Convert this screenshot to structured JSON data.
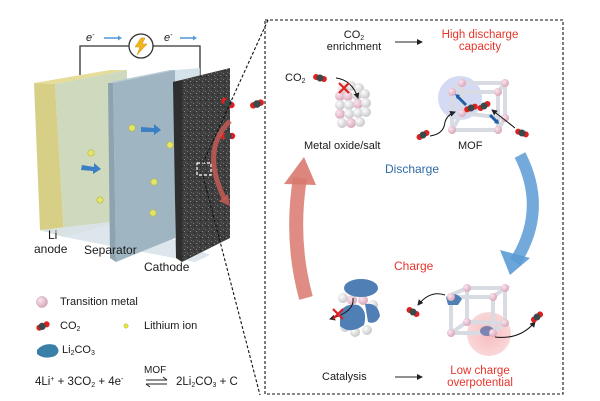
{
  "circuit": {
    "electron_left": "e",
    "electron_right": "e",
    "electron_charge": "-",
    "power_source_icon": "lightning-bolt-icon"
  },
  "battery": {
    "anode_label_line1": "Li",
    "anode_label_line2": "anode",
    "separator_label": "Separator",
    "cathode_label": "Cathode"
  },
  "legend": {
    "items": [
      {
        "icon": "transition-metal-sphere-icon",
        "label": "Transition metal"
      },
      {
        "icon": "co2-molecule-icon",
        "label_main": "CO",
        "label_sub": "2"
      },
      {
        "icon": "lithium-ion-icon",
        "label": "Lithium ion"
      },
      {
        "icon": "li2co3-icon",
        "label_a": "Li",
        "label_sub1": "2",
        "label_b": "CO",
        "label_sub2": "3"
      }
    ]
  },
  "equation": {
    "lhs1": "4Li",
    "lhs1_sup": "+",
    "plus1": " + 3CO",
    "lhs2_sub": "2",
    "plus2": " + 4e",
    "lhs3_sup": "-",
    "catalyst": "MOF",
    "rhs1": "2Li",
    "rhs1_sub": "2",
    "rhs2": "CO",
    "rhs2_sub": "3",
    "rhs3": " + C"
  },
  "panel": {
    "co2_enrichment_main": "CO",
    "co2_enrichment_sub": "2",
    "co2_enrichment_line2": "enrichment",
    "high_discharge_line1": "High discharge",
    "high_discharge_line2": "capacity",
    "co2_label_main": "CO",
    "co2_label_sub": "2",
    "metal_oxide_label": "Metal oxide/salt",
    "mof_label": "MOF",
    "discharge_label": "Discharge",
    "charge_label": "Charge",
    "catalysis_label": "Catalysis",
    "low_charge_line1": "Low charge",
    "low_charge_line2": "overpotential"
  },
  "colors": {
    "high_light_red": "#e8342a",
    "discharge_blue": "#2f6aa8",
    "charge_arrow": "#d9796f",
    "discharge_arrow": "#5b9bd5",
    "anode": "#d8cf86",
    "separator": "#9fb6c2",
    "cathode": "#4a4a4a"
  }
}
